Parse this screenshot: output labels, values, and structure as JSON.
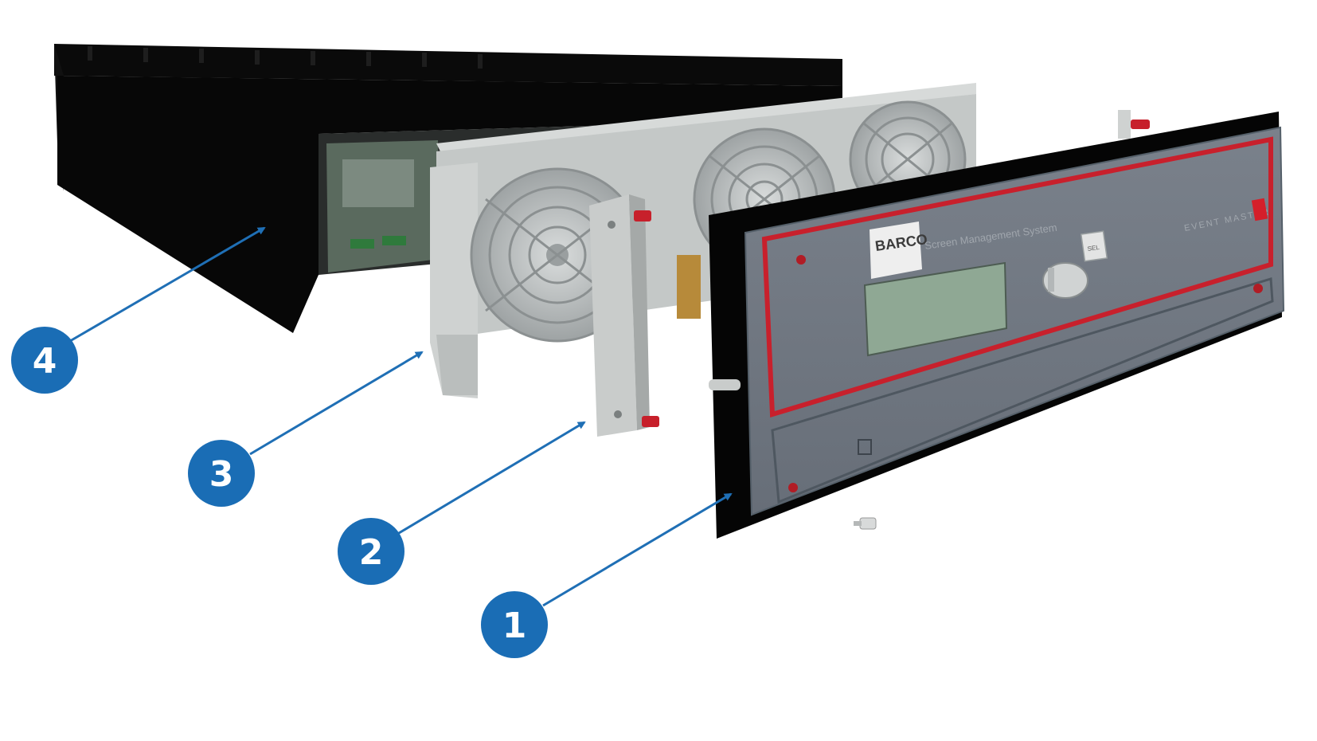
{
  "diagram": {
    "callouts": [
      {
        "id": "1",
        "label": "1"
      },
      {
        "id": "2",
        "label": "2"
      },
      {
        "id": "3",
        "label": "3"
      },
      {
        "id": "4",
        "label": "4"
      }
    ],
    "front_panel": {
      "brand": "BARCO",
      "subtitle": "Screen Management System",
      "product": "EVENT MASTER",
      "button_label": "SEL"
    },
    "colors": {
      "callout_fill": "#1a6db5",
      "arrow": "#1f6fb5",
      "chassis": "#060606",
      "fan_tray": "#c9cdcc",
      "faceplate": "#6f7782",
      "faceplate_trim": "#c8202c",
      "lcd": "#8fa894"
    }
  }
}
